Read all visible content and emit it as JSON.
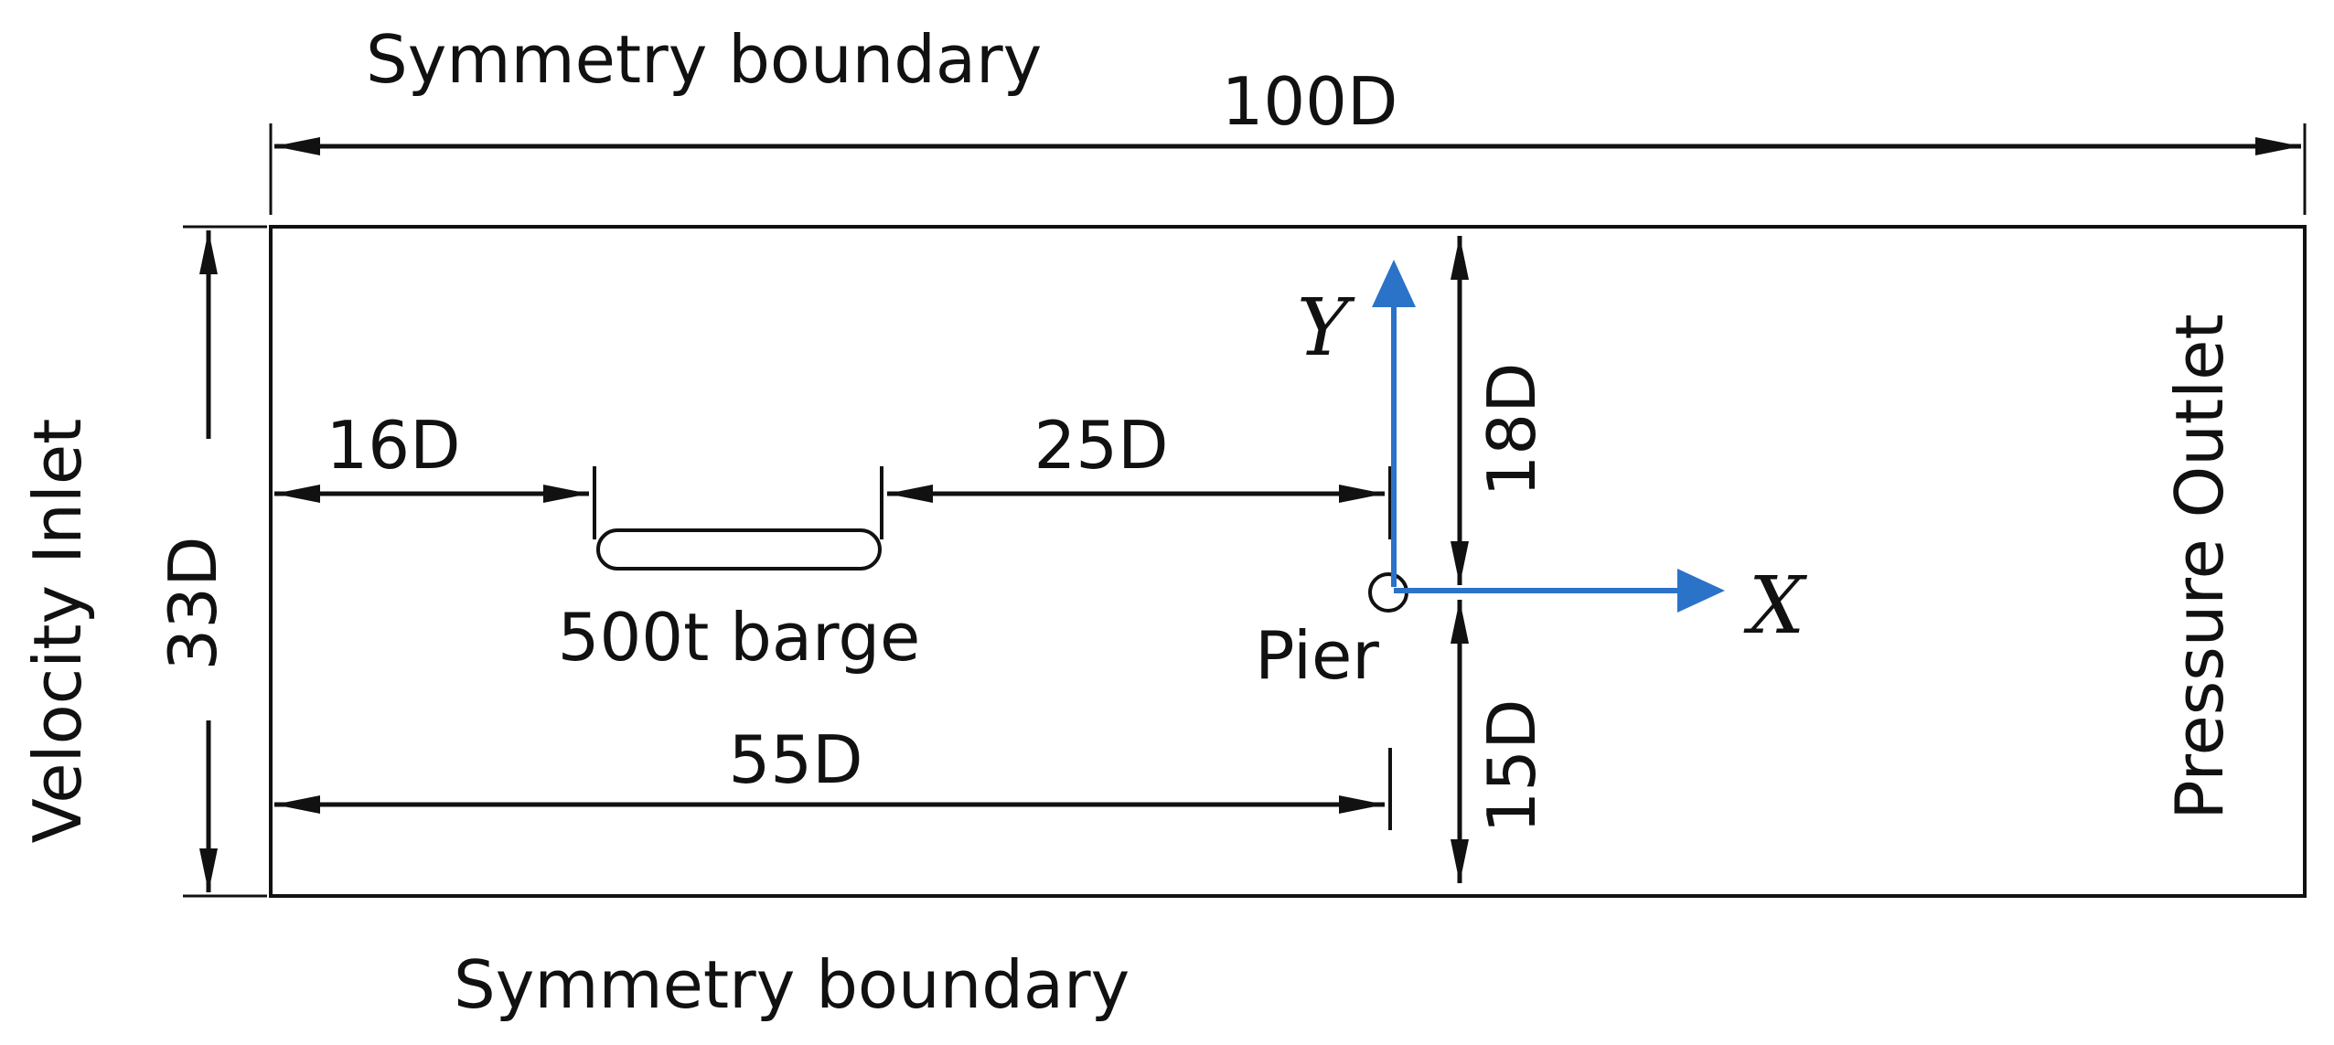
{
  "labels": {
    "top_boundary": "Symmetry boundary",
    "bottom_boundary": "Symmetry boundary",
    "inlet": "Velocity Inlet",
    "outlet": "Pressure Outlet",
    "barge": "500t barge",
    "pier": "Pier"
  },
  "dimensions": {
    "domain_length": "100D",
    "domain_height": "33D",
    "inlet_to_barge": "16D",
    "barge_to_pier": "25D",
    "inlet_to_pier": "55D",
    "pier_to_top": "18D",
    "pier_to_bottom": "15D"
  },
  "axes": {
    "x": "X",
    "y": "Y",
    "color": "#2a73c8"
  },
  "colors": {
    "line": "#111111",
    "background": "#ffffff"
  }
}
